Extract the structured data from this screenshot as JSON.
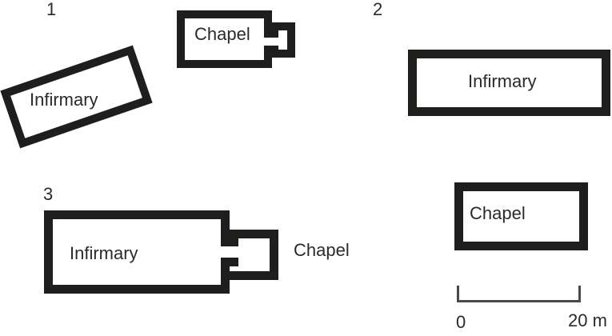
{
  "plans": [
    {
      "number": "1",
      "buildings": [
        {
          "name": "infirmary",
          "label": "Infirmary"
        },
        {
          "name": "chapel",
          "label": "Chapel"
        }
      ]
    },
    {
      "number": "2",
      "buildings": [
        {
          "name": "infirmary",
          "label": "Infirmary"
        },
        {
          "name": "chapel",
          "label": "Chapel"
        }
      ]
    },
    {
      "number": "3",
      "buildings": [
        {
          "name": "infirmary",
          "label": "Infirmary"
        },
        {
          "name": "chapel",
          "label": "Chapel"
        }
      ]
    }
  ],
  "scale_bar": {
    "zero_label": "0",
    "max_label": "20 m"
  },
  "colors": {
    "wall": "#1e1e1c",
    "text": "#2a2a2a",
    "scalebar": "#4a4a4a",
    "bg": "#ffffff"
  }
}
